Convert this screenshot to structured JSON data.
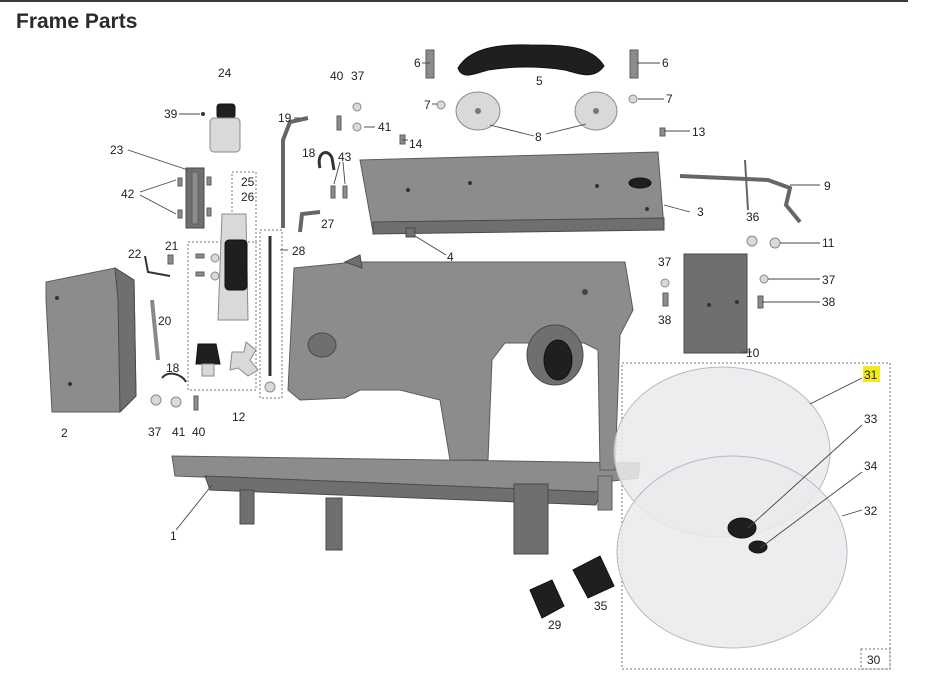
{
  "page": {
    "title": "Frame Parts"
  },
  "highlight_color": "#f2ea1c",
  "labels": {
    "l1": "1",
    "l2": "2",
    "l3": "3",
    "l4": "4",
    "l5": "5",
    "l6a": "6",
    "l6b": "6",
    "l7a": "7",
    "l7b": "7",
    "l8": "8",
    "l9": "9",
    "l10": "10",
    "l11": "11",
    "l12": "12",
    "l13": "13",
    "l14": "14",
    "l18a": "18",
    "l18b": "18",
    "l19": "19",
    "l20": "20",
    "l21": "21",
    "l22": "22",
    "l23": "23",
    "l24": "24",
    "l25": "25",
    "l26": "26",
    "l27": "27",
    "l28": "28",
    "l29": "29",
    "l30": "30",
    "l31": "31",
    "l32": "32",
    "l33": "33",
    "l34": "34",
    "l35": "35",
    "l36": "36",
    "l37a": "37",
    "l37b": "37",
    "l37c": "37",
    "l37d": "37",
    "l38a": "38",
    "l38b": "38",
    "l39": "39",
    "l40a": "40",
    "l40b": "40",
    "l41a": "41",
    "l41b": "41",
    "l42": "42",
    "l43": "43"
  }
}
